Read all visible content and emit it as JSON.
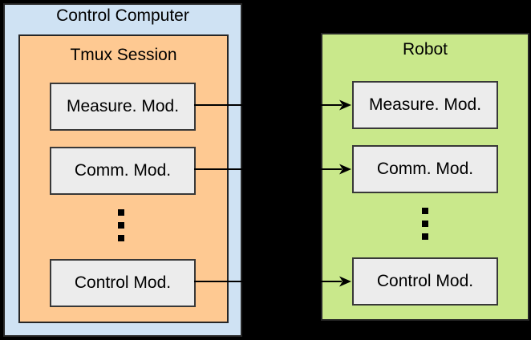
{
  "diagram": {
    "control_computer": {
      "title": "Control Computer",
      "tmux_session": {
        "title": "Tmux Session",
        "modules": [
          "Measure. Mod.",
          "Comm. Mod.",
          "Control Mod."
        ]
      }
    },
    "robot": {
      "title": "Robot",
      "modules": [
        "Measure. Mod.",
        "Comm. Mod.",
        "Control Mod."
      ]
    },
    "connections": [
      {
        "from": "Measure. Mod.",
        "to": "Measure. Mod."
      },
      {
        "from": "Comm. Mod.",
        "to": "Comm. Mod."
      },
      {
        "from": "Control Mod.",
        "to": "Control Mod."
      }
    ],
    "colors": {
      "background": "#000000",
      "control_computer_fill": "#cfe2f3",
      "tmux_session_fill": "#fec992",
      "robot_fill": "#c9e88b",
      "module_fill": "#ececec",
      "container_border": "#262626",
      "module_border": "#383838",
      "arrow": "#000000",
      "text": "#000000"
    }
  }
}
